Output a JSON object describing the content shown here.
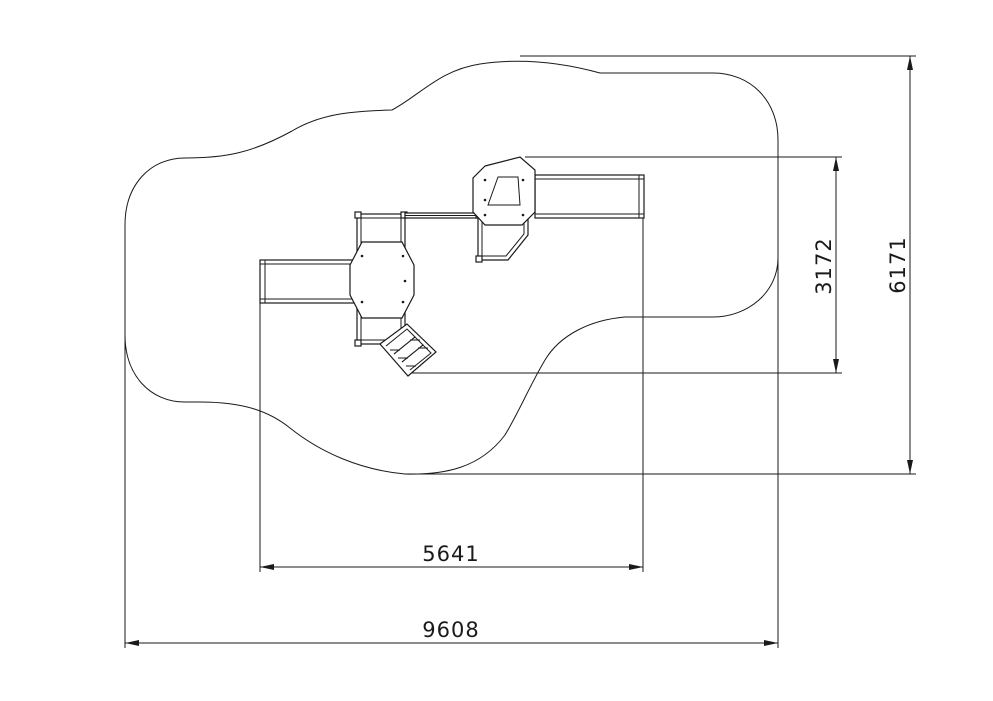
{
  "dimensions": {
    "inner_width": "5641",
    "total_width": "9608",
    "inner_height": "3172",
    "total_height": "6171"
  },
  "colors": {
    "line": "#1a1a1a",
    "background": "#ffffff"
  }
}
